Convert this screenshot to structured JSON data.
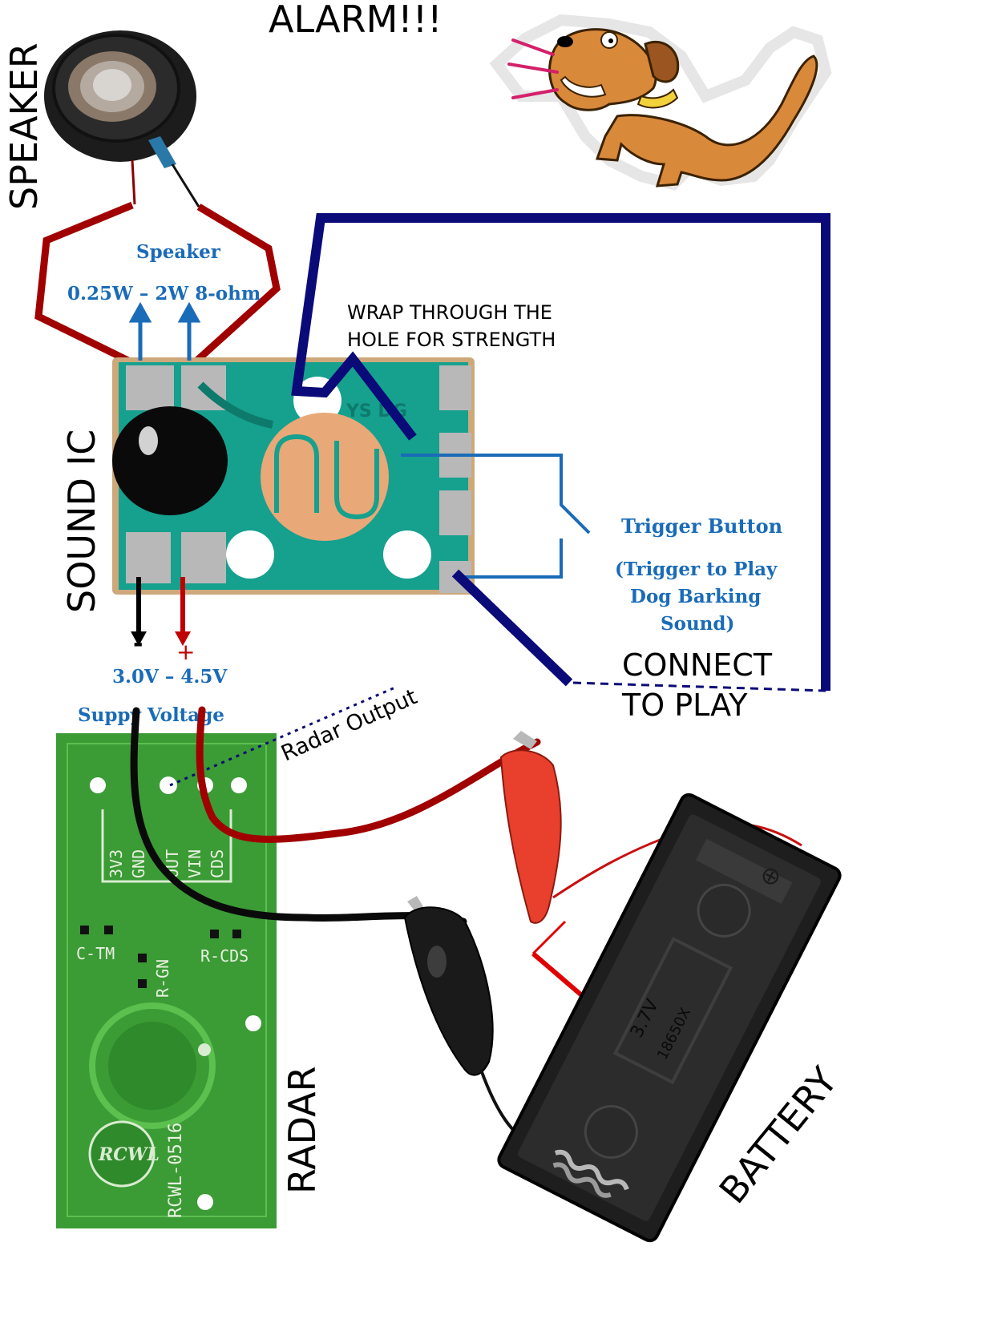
{
  "labels": {
    "alarm": "ALARM!!!",
    "speaker": "SPEAKER",
    "sound_ic": "SOUND IC",
    "radar": "RADAR",
    "battery": "BATTERY",
    "wrap_line1": "WRAP THROUGH THE",
    "wrap_line2": "HOLE  FOR STRENGTH",
    "connect_line1": "CONNECT",
    "connect_line2": "TO PLAY",
    "radar_output": "Radar Output"
  },
  "sound_ic_annotations": {
    "speaker_title": "Speaker",
    "speaker_spec": "0.25W – 2W 8-ohm",
    "trigger_title": "Trigger Button",
    "trigger_line1": "(Trigger to Play",
    "trigger_line2": "Dog Barking",
    "trigger_line3": "Sound)",
    "minus": "-",
    "plus": "+",
    "voltage": "3.0V – 4.5V",
    "supply": "Suppy Voltage",
    "board_text": "YS  DG"
  },
  "radar_board": {
    "pins": [
      "3V3",
      "GND",
      "OUT",
      "VIN",
      "CDS"
    ],
    "labels": [
      "C-TM",
      "R-GN",
      "R-CDS"
    ],
    "model": "RCWL-0516",
    "logo": "RCWL"
  },
  "battery_holder": {
    "plus_symbol": "⊕",
    "voltage": "3.7V",
    "type": "18650X"
  },
  "colors": {
    "blue_wire": "#0a0a78",
    "speaker_wire": "#a00000",
    "annotation_blue": "#1a6bb8",
    "pcb_teal": "#16a08e",
    "radar_green": "#3b9b35",
    "dog_brown": "#d9893a"
  }
}
